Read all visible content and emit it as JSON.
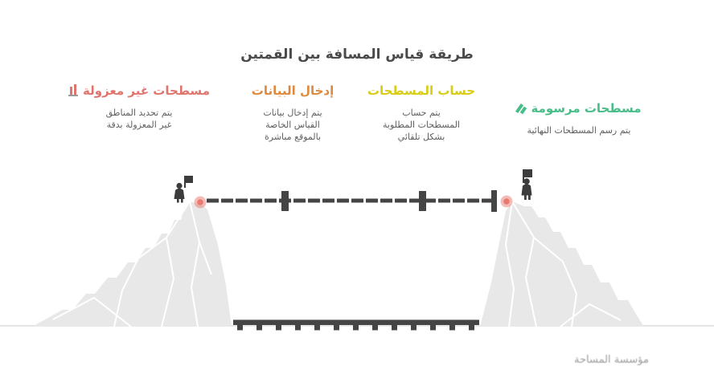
{
  "title": {
    "text": "طريقة قياس المسافة بين القمتين"
  },
  "steps": [
    {
      "id": "red-step",
      "label": "مسطحات غير معزولة",
      "icon": "measure-marks-icon",
      "description_lines": [
        "يتم تحديد المناطق",
        "غير المعزولة بدقة"
      ]
    },
    {
      "id": "orange-step",
      "label": "إدخال البيانات",
      "icon": null,
      "description_lines": [
        "يتم إدخال بيانات",
        "القياس الخاصة",
        "بالموقع مباشرة"
      ]
    },
    {
      "id": "yellow-step",
      "label": "حساب المسطحات",
      "icon": null,
      "description_lines": [
        "يتم حساب",
        "المسطحات المطلوبة",
        "بشكل تلقائي"
      ]
    },
    {
      "id": "green-step",
      "label": "مسطحات مرسومة",
      "icon": "pencil-icon",
      "description_lines": [
        "يتم رسم المسطحات النهائية"
      ]
    }
  ],
  "scene": {
    "left_peak_icon": "climber-with-flag-icon",
    "right_peak_icon": "climber-with-flag-icon",
    "peak_marker_icon": "red-location-dot-icon",
    "measuring_line": "dashed-distance-line",
    "ground": "dashed-track-line"
  },
  "watermark": {
    "text": "مؤسسة المساحة"
  },
  "colors": {
    "accent_red": "#e0756e",
    "accent_orange": "#dd8a3e",
    "accent_yellow": "#d8cc14",
    "accent_green": "#49bd88",
    "text_dark": "#4a4a4a",
    "text_gray": "#525252",
    "mountain_fill": "#e9e8e8",
    "line_dark": "#454545",
    "marker_red": "#ea7a70",
    "ground_gray": "#e2e2e2",
    "watermark_gray": "#9b9b9b"
  }
}
